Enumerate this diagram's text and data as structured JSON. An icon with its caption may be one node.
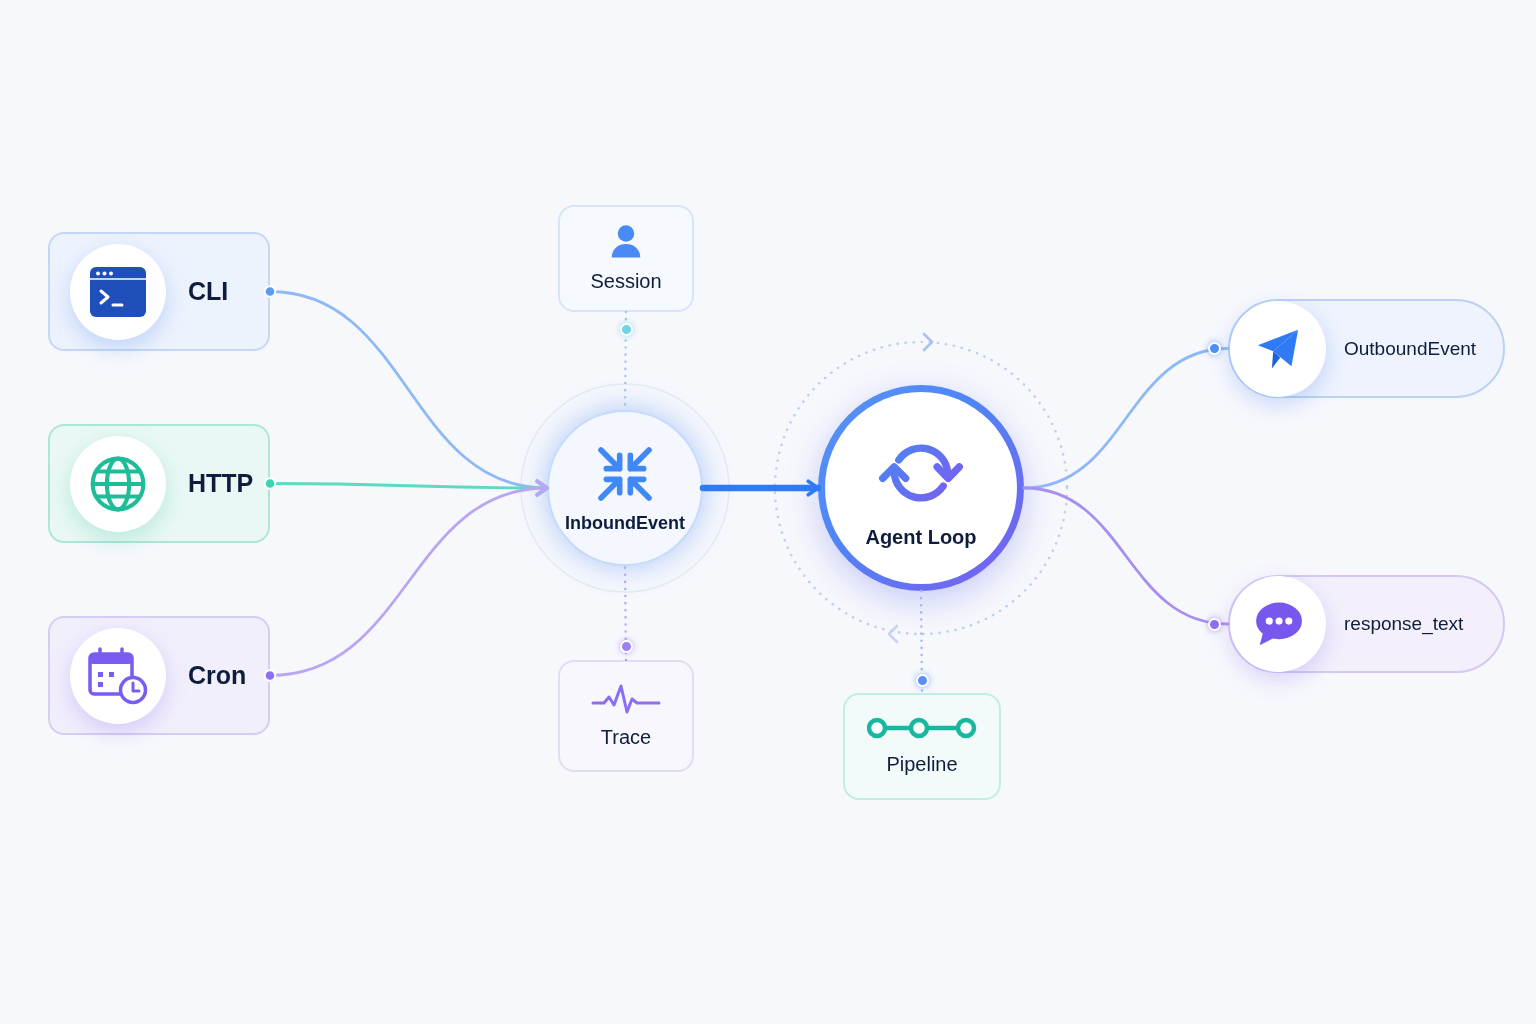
{
  "diagram": {
    "nodes": [
      {
        "text": [
          "CLI"
        ]
      },
      {
        "text": [
          "HTTP"
        ]
      },
      {
        "text": [
          "Cron"
        ]
      },
      {
        "text": [
          "Session"
        ]
      },
      {
        "text": [
          "InboundEvent"
        ]
      },
      {
        "text": [
          "Trace"
        ]
      },
      {
        "text": [
          "Agent Loop"
        ]
      },
      {
        "text": [
          "Pipeline"
        ]
      },
      {
        "text": [
          "OutboundEvent"
        ]
      },
      {
        "text": [
          "response_text"
        ]
      }
    ],
    "edges": [
      {
        "from": 0,
        "to": 4,
        "arrow": "to",
        "color": "#8fb8f6"
      },
      {
        "from": 1,
        "to": 4,
        "arrow": "to",
        "color": "#5fd8c2"
      },
      {
        "from": 2,
        "to": 4,
        "arrow": "to",
        "color": "#b9a6f2"
      },
      {
        "from": 4,
        "to": 6,
        "arrow": "to",
        "style": "thick",
        "color": "#2f7bf5"
      },
      {
        "from": 3,
        "to": 4,
        "arrow": "none",
        "style": "dashed",
        "color": "#a9c3f0"
      },
      {
        "from": 5,
        "to": 4,
        "arrow": "none",
        "style": "dashed",
        "color": "#b6aaee"
      },
      {
        "from": 6,
        "to": 7,
        "arrow": "none",
        "style": "dashed",
        "color": "#9fbcf0"
      },
      {
        "from": 6,
        "to": 8,
        "arrow": "none",
        "color": "#8fb8f6"
      },
      {
        "from": 6,
        "to": 9,
        "arrow": "none",
        "color": "#a68ff0"
      }
    ]
  }
}
